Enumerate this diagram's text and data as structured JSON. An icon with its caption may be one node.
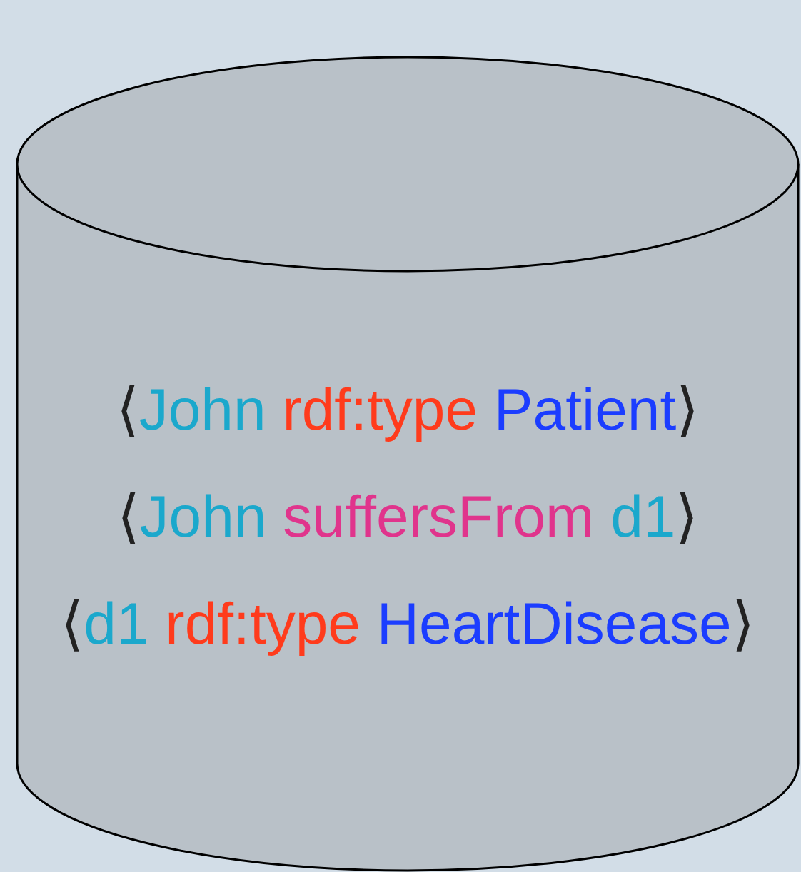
{
  "diagram": {
    "nodes": [
      {
        "text": [
          "⟨John rdf:type Patient⟩",
          "⟨John suffersFrom d1⟩",
          "⟨d1 rdf:type HeartDisease⟩"
        ]
      }
    ]
  }
}
